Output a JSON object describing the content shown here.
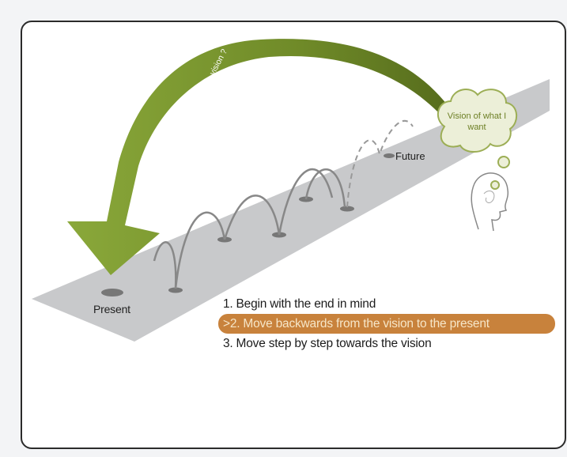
{
  "diagram": {
    "arc_question": "What do I do today to achieve this vision ?",
    "present_label": "Present",
    "future_label": "Future",
    "vision_thought": "Vision of what I want",
    "steps": [
      {
        "number": "1.",
        "text": "Begin with the end in mind",
        "highlighted": false
      },
      {
        "number": ">2.",
        "text": "Move backwards from the vision to the present",
        "highlighted": true
      },
      {
        "number": "3.",
        "text": "Move step by step towards the vision",
        "highlighted": false
      }
    ]
  },
  "colors": {
    "arrow_green": "#7d9a2c",
    "arrow_green_dark": "#5d7420",
    "path_gray": "#c8c9cb",
    "highlight_orange": "#c8823c"
  }
}
